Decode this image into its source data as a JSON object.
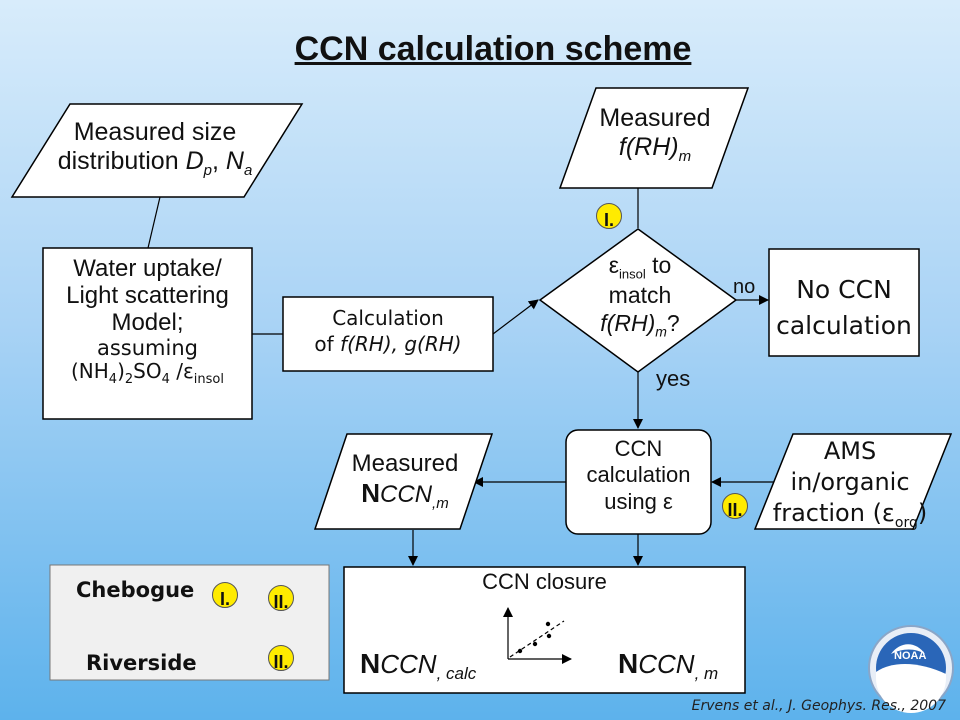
{
  "title": "CCN calculation scheme",
  "nodes": {
    "size_dist": {
      "line1": "Measured size",
      "line2_pre": "distribution ",
      "dp": "D",
      "dp_sub": "p",
      "na": "N",
      "na_sub": "a"
    },
    "water_model": {
      "line1": "Water uptake/",
      "line2": "Light scattering",
      "line3": "Model;",
      "line4": "assuming",
      "line5_a": "(NH",
      "line5_b": "4",
      "line5_c": ")",
      "line5_d": "2",
      "line5_e": "SO",
      "line5_f": "4",
      "line5_g": " /ε",
      "line5_h": "insol"
    },
    "calc_frh": {
      "line1": "Calculation",
      "line2_pre": "of ",
      "line2_it": "f(RH),  g(RH)"
    },
    "measured_frh": {
      "line1": "Measured",
      "line2_it": "f(RH)",
      "line2_sub": "m"
    },
    "decision": {
      "eps": "ε",
      "eps_sub": "insol",
      "line1_post": " to",
      "line2": "match",
      "line3_it": "f(RH)",
      "line3_sub": "m",
      "line3_post": "?"
    },
    "no_ccn": {
      "line1": "No CCN",
      "line2": "calculation"
    },
    "ccn_calc": {
      "line1": "CCN",
      "line2": "calculation",
      "line3": "using ε"
    },
    "measured_nccn": {
      "line1": "Measured",
      "n": "N",
      "it": "CCN",
      "sub": ",m"
    },
    "ams": {
      "line1": "AMS",
      "line2": "in/organic",
      "line3_pre": "fraction (ε",
      "line3_sub": "org",
      "line3_post": ")"
    },
    "closure": {
      "label": "CCN closure",
      "left_n": "N",
      "left_it": "CCN",
      "left_sub": ", calc",
      "right_n": "N",
      "right_it": "CCN",
      "right_sub": ", m"
    }
  },
  "edge_labels": {
    "no": "no",
    "yes": "yes"
  },
  "markers": {
    "one": "I.",
    "two": "II."
  },
  "legend": {
    "row1": "Chebogue",
    "row2": "Riverside"
  },
  "citation": "Ervens et al., J. Geophys. Res., 2007",
  "logo": {
    "text": "NOAA"
  },
  "colors": {
    "marker": "#ffeb00",
    "box_fill": "#ffffff",
    "stroke": "#000000"
  }
}
